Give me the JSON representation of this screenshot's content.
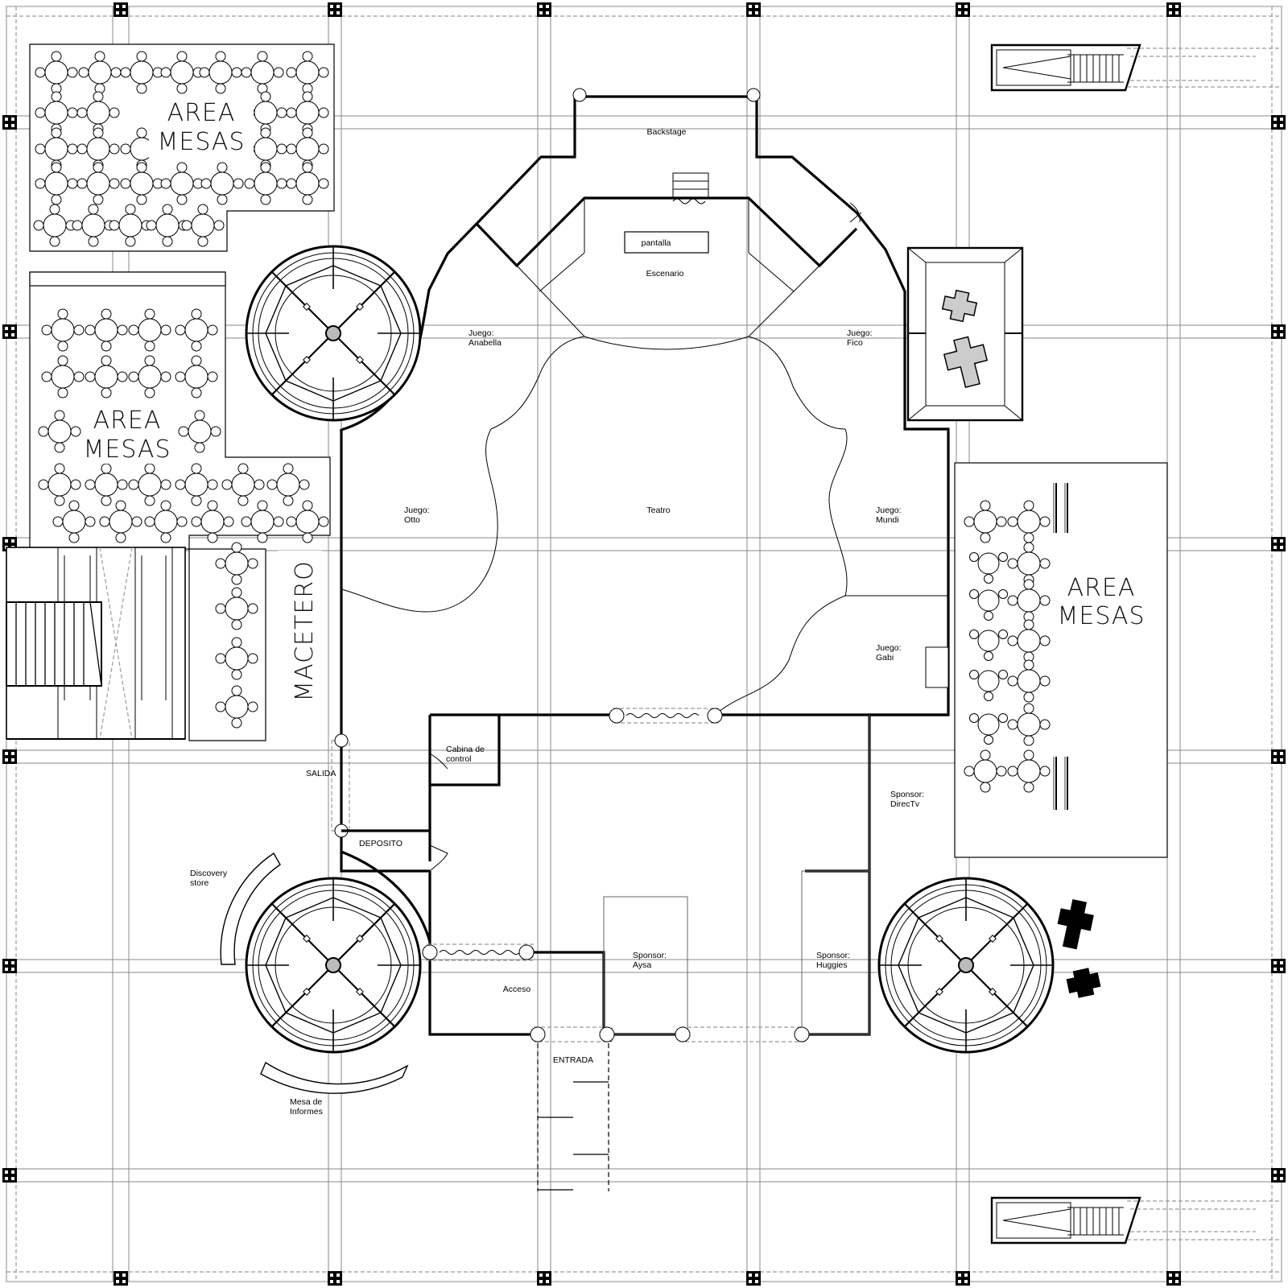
{
  "plan": {
    "table_areas": [
      {
        "line1": "AREA",
        "line2": "MESAS"
      },
      {
        "line1": "AREA",
        "line2": "MESAS"
      },
      {
        "line1": "AREA",
        "line2": "MESAS"
      }
    ],
    "macetero": "MACETERO",
    "backstage": "Backstage",
    "pantalla": "pantalla",
    "escenario": "Escenario",
    "teatro": "Teatro",
    "juego_anabella": {
      "line1": "Juego:",
      "line2": "Anabella"
    },
    "juego_fico": {
      "line1": "Juego:",
      "line2": "Fico"
    },
    "juego_otto": {
      "line1": "Juego:",
      "line2": "Otto"
    },
    "juego_mundi": {
      "line1": "Juego:",
      "line2": "Mundi"
    },
    "juego_gabi": {
      "line1": "Juego:",
      "line2": "Gabi"
    },
    "cabina": {
      "line1": "Cabina de",
      "line2": "control"
    },
    "salida": "SALIDA",
    "deposito": "DEPOSITO",
    "discovery": {
      "line1": "Discovery",
      "line2": "store"
    },
    "mesa_informes": {
      "line1": "Mesa de",
      "line2": "Informes"
    },
    "acceso": "Acceso",
    "entrada": "ENTRADA",
    "sponsor_aysa": {
      "line1": "Sponsor:",
      "line2": "Aysa"
    },
    "sponsor_huggies": {
      "line1": "Sponsor:",
      "line2": "Huggies"
    },
    "sponsor_directv": {
      "line1": "Sponsor:",
      "line2": "DirecTv"
    }
  }
}
